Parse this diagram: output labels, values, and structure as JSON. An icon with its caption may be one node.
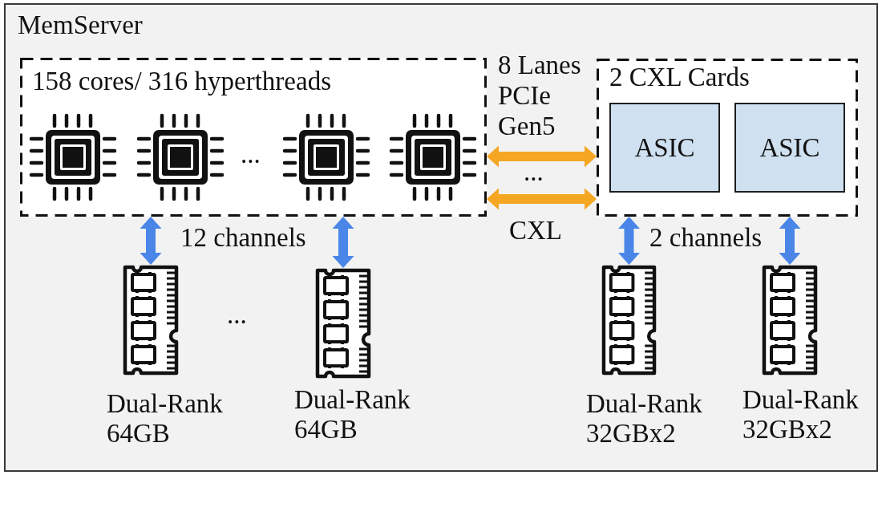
{
  "diagram": {
    "nodes": [
      {
        "text": [
          "MemServer"
        ]
      },
      {
        "text": [
          "158 cores/ 316 hyperthreads",
          "..."
        ],
        "in": 0
      },
      {
        "text": [
          "2 CXL Cards"
        ],
        "in": 0
      },
      {
        "text": [
          "ASIC"
        ],
        "in": 2
      },
      {
        "text": [
          "ASIC"
        ],
        "in": 2
      },
      {
        "text": [],
        "shape": "picture",
        "in": 0,
        "beside": [
          "Dual-Rank 64GB"
        ]
      },
      {
        "text": [],
        "shape": "picture",
        "in": 0,
        "beside": [
          "Dual-Rank 64GB"
        ]
      },
      {
        "text": [],
        "shape": "picture",
        "in": 0,
        "beside": [
          "Dual-Rank 32GBx2"
        ]
      },
      {
        "text": [],
        "shape": "picture",
        "in": 0,
        "beside": [
          "Dual-Rank 32GBx2"
        ]
      }
    ],
    "edges": [
      {
        "from": 1,
        "to": 2,
        "arrow": "both",
        "color": "#f5a623"
      },
      {
        "from": 1,
        "to": 2,
        "arrow": "both",
        "color": "#f5a623"
      },
      {
        "from": 1,
        "to": 5,
        "arrow": "both"
      },
      {
        "from": 1,
        "to": 6,
        "arrow": "both"
      },
      {
        "from": 2,
        "to": 7,
        "arrow": "both"
      },
      {
        "from": 2,
        "to": 8,
        "arrow": "both"
      }
    ],
    "labels": [
      "8 Lanes PCIe Gen5",
      "...",
      "CXL",
      "12 channels",
      "2 channels",
      "..."
    ]
  }
}
